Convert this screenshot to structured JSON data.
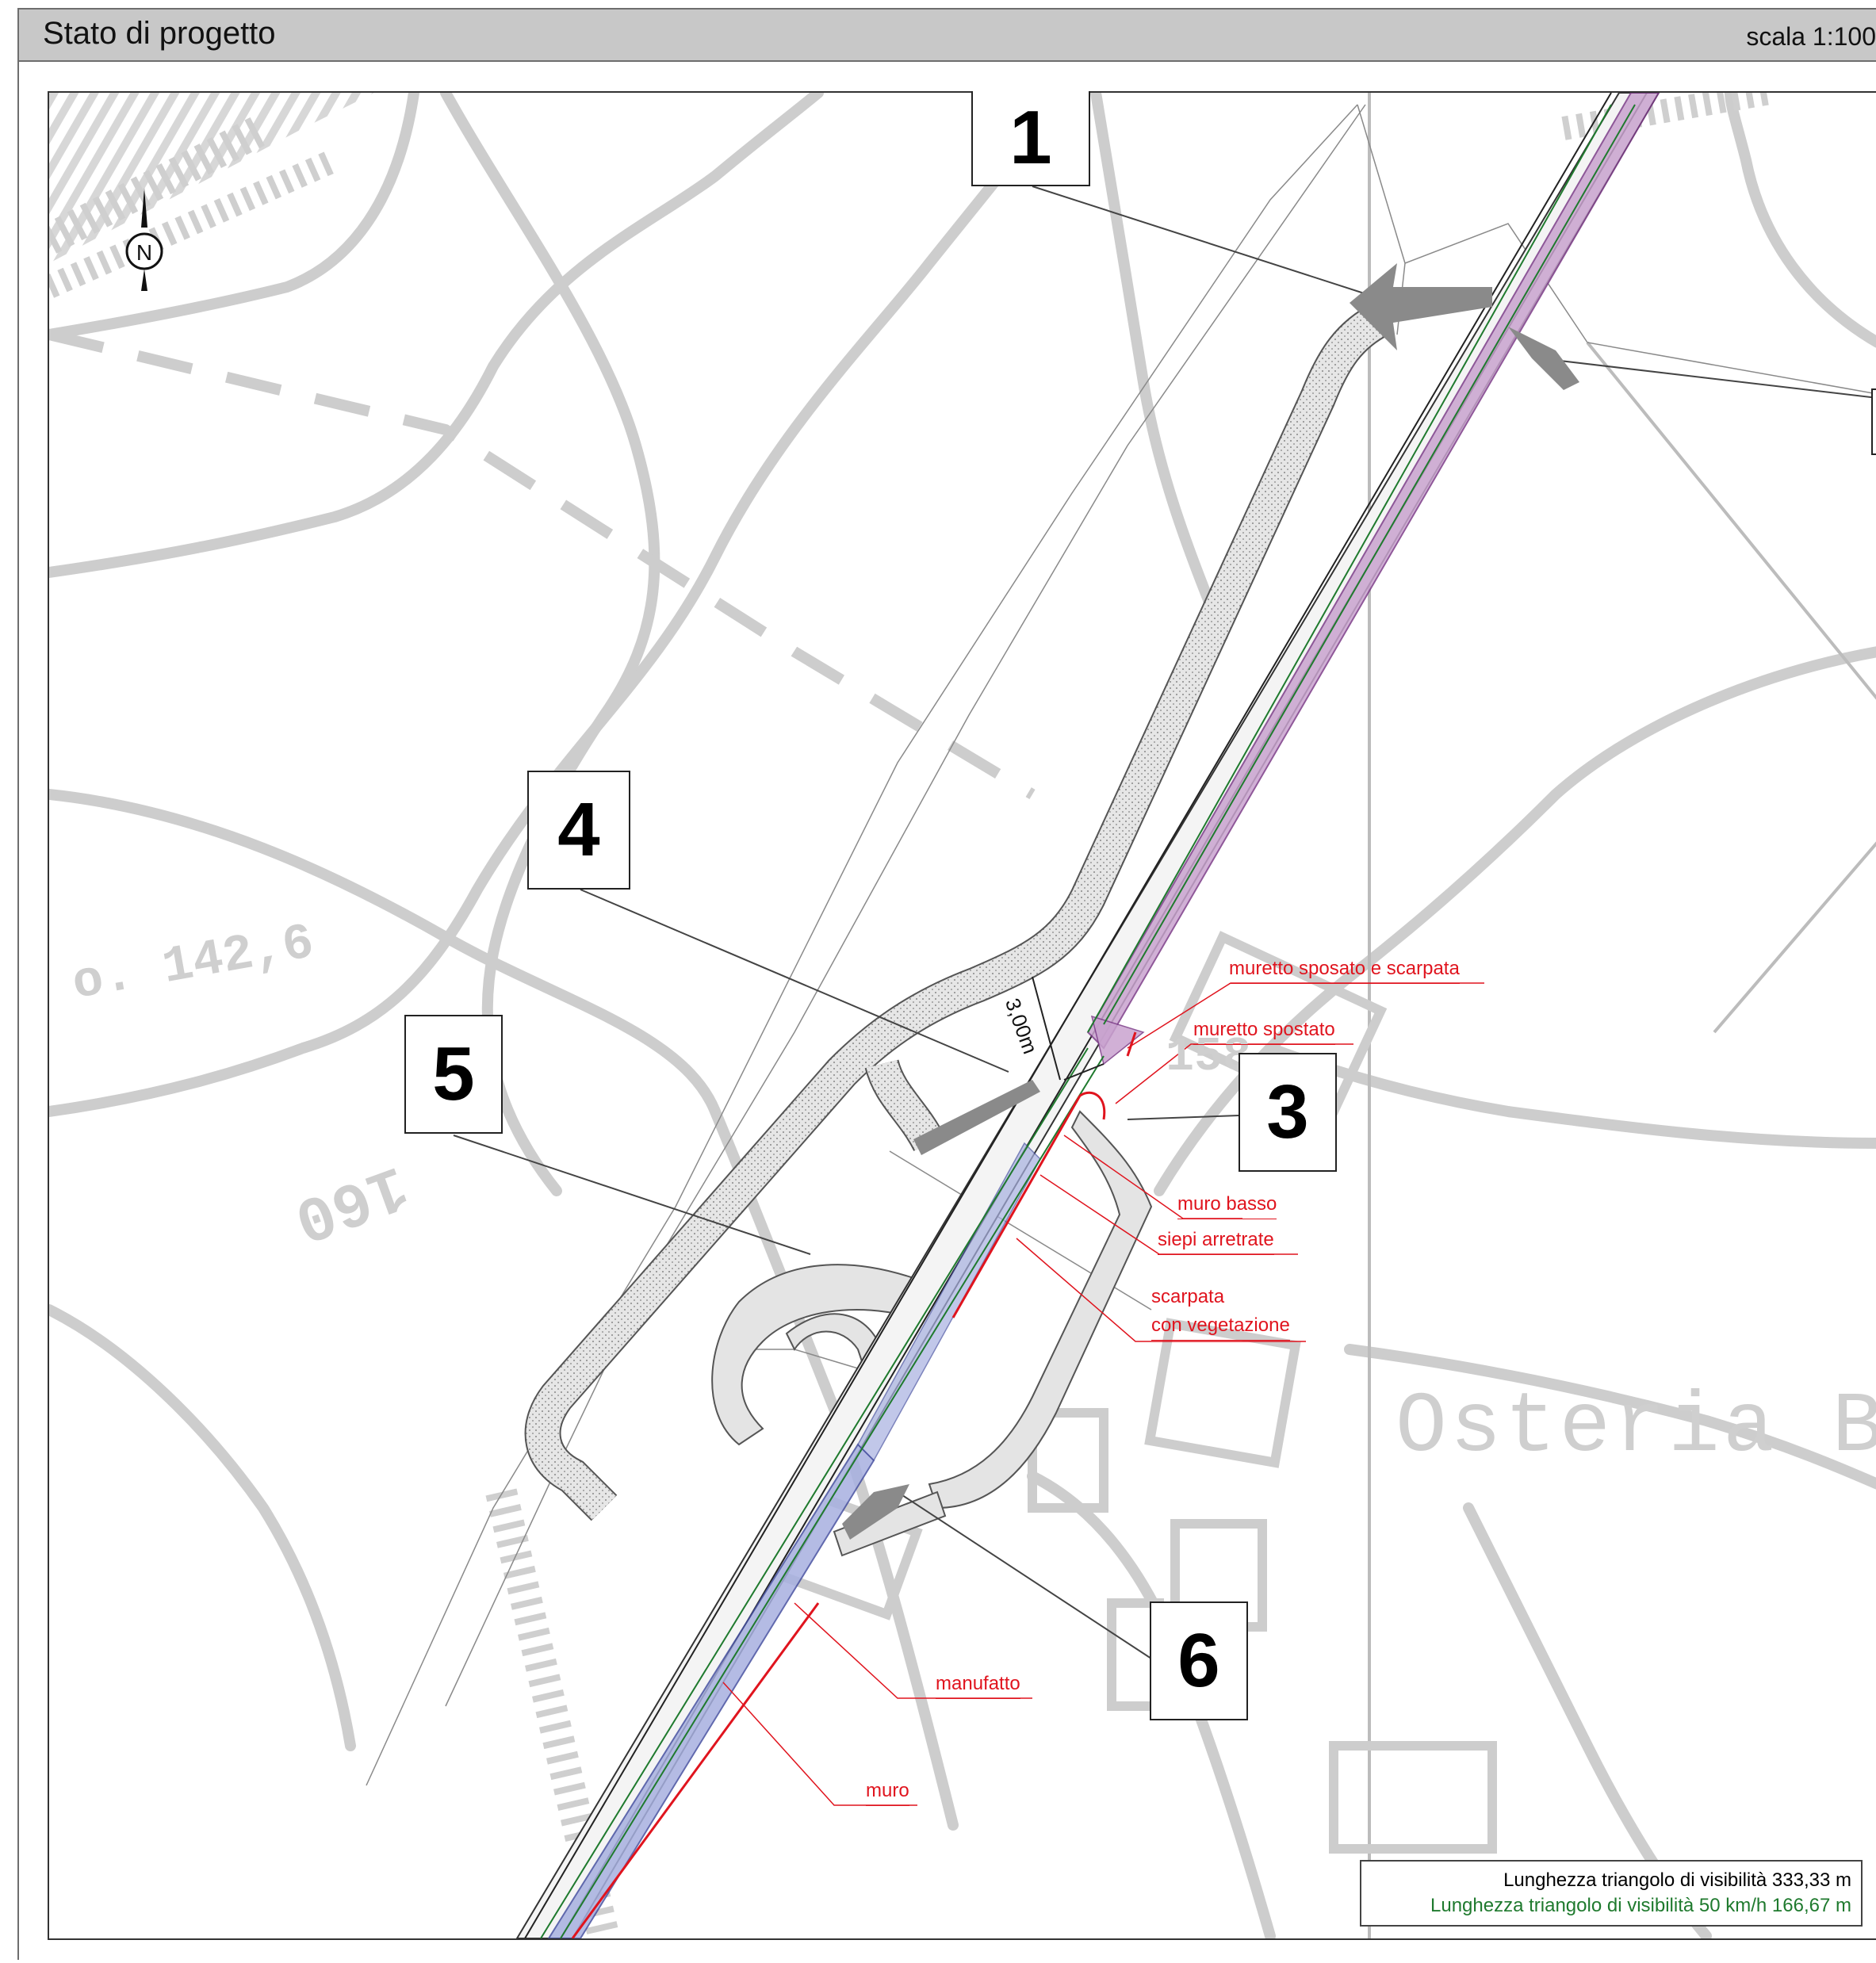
{
  "header": {
    "title": "Stato di progetto",
    "scale": "scala 1:100"
  },
  "north_arrow": {
    "letter": "N",
    "icon": "north-arrow-icon"
  },
  "callouts": [
    "1",
    "4",
    "5",
    "3",
    "6"
  ],
  "red_labels": {
    "muretto_sposato_scarpata": "muretto sposato e scarpata",
    "muretto_spostato": "muretto spostato",
    "muro_basso": "muro basso",
    "siepi_arretrate": "siepi arretrate",
    "scarpata_line1": "scarpata",
    "scarpata_line2": "con vegetazione",
    "manufatto": "manufatto",
    "muro": "muro"
  },
  "dimension": "3,00m",
  "background_text": {
    "osteria": "Osteria Be",
    "quota": "o. 142,6",
    "contour_160": "160",
    "contour_158": "158"
  },
  "legend": {
    "row1": "Lunghezza triangolo di visibilità 333,33 m",
    "row2": "Lunghezza triangolo di visibilità 50 km/h 166,67 m"
  },
  "colors": {
    "header_bg": "#c8c8c8",
    "annotation_red": "#e0141e",
    "legend_green": "#1f7a2e",
    "visibility_purple": "#c9a3cf",
    "visibility_blue": "#a7b0e0",
    "base_map_grey": "#c8c8c8"
  }
}
